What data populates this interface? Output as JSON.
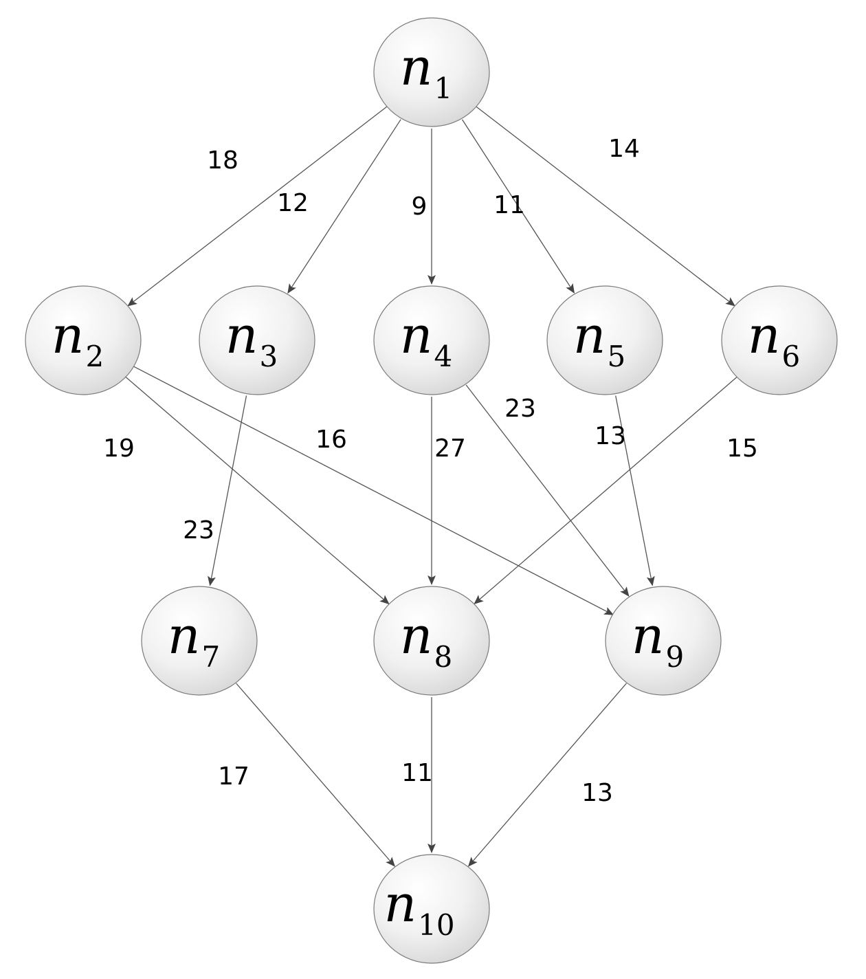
{
  "nodes": [
    {
      "id": "n1",
      "letter": "n",
      "sub": "1"
    },
    {
      "id": "n2",
      "letter": "n",
      "sub": "2"
    },
    {
      "id": "n3",
      "letter": "n",
      "sub": "3"
    },
    {
      "id": "n4",
      "letter": "n",
      "sub": "4"
    },
    {
      "id": "n5",
      "letter": "n",
      "sub": "5"
    },
    {
      "id": "n6",
      "letter": "n",
      "sub": "6"
    },
    {
      "id": "n7",
      "letter": "n",
      "sub": "7"
    },
    {
      "id": "n8",
      "letter": "n",
      "sub": "8"
    },
    {
      "id": "n9",
      "letter": "n",
      "sub": "9"
    },
    {
      "id": "n10",
      "letter": "n",
      "sub": "10"
    }
  ],
  "edges": [
    {
      "from": "n1",
      "to": "n2",
      "weight": "18"
    },
    {
      "from": "n1",
      "to": "n3",
      "weight": "12"
    },
    {
      "from": "n1",
      "to": "n4",
      "weight": "9"
    },
    {
      "from": "n1",
      "to": "n5",
      "weight": "11"
    },
    {
      "from": "n1",
      "to": "n6",
      "weight": "14"
    },
    {
      "from": "n2",
      "to": "n8",
      "weight": "19"
    },
    {
      "from": "n2",
      "to": "n9",
      "weight": "16"
    },
    {
      "from": "n3",
      "to": "n7",
      "weight": "23"
    },
    {
      "from": "n4",
      "to": "n8",
      "weight": "27"
    },
    {
      "from": "n4",
      "to": "n9",
      "weight": "23"
    },
    {
      "from": "n5",
      "to": "n9",
      "weight": "13"
    },
    {
      "from": "n6",
      "to": "n8",
      "weight": "15"
    },
    {
      "from": "n7",
      "to": "n10",
      "weight": "17"
    },
    {
      "from": "n8",
      "to": "n10",
      "weight": "11"
    },
    {
      "from": "n9",
      "to": "n10",
      "weight": "13"
    }
  ]
}
